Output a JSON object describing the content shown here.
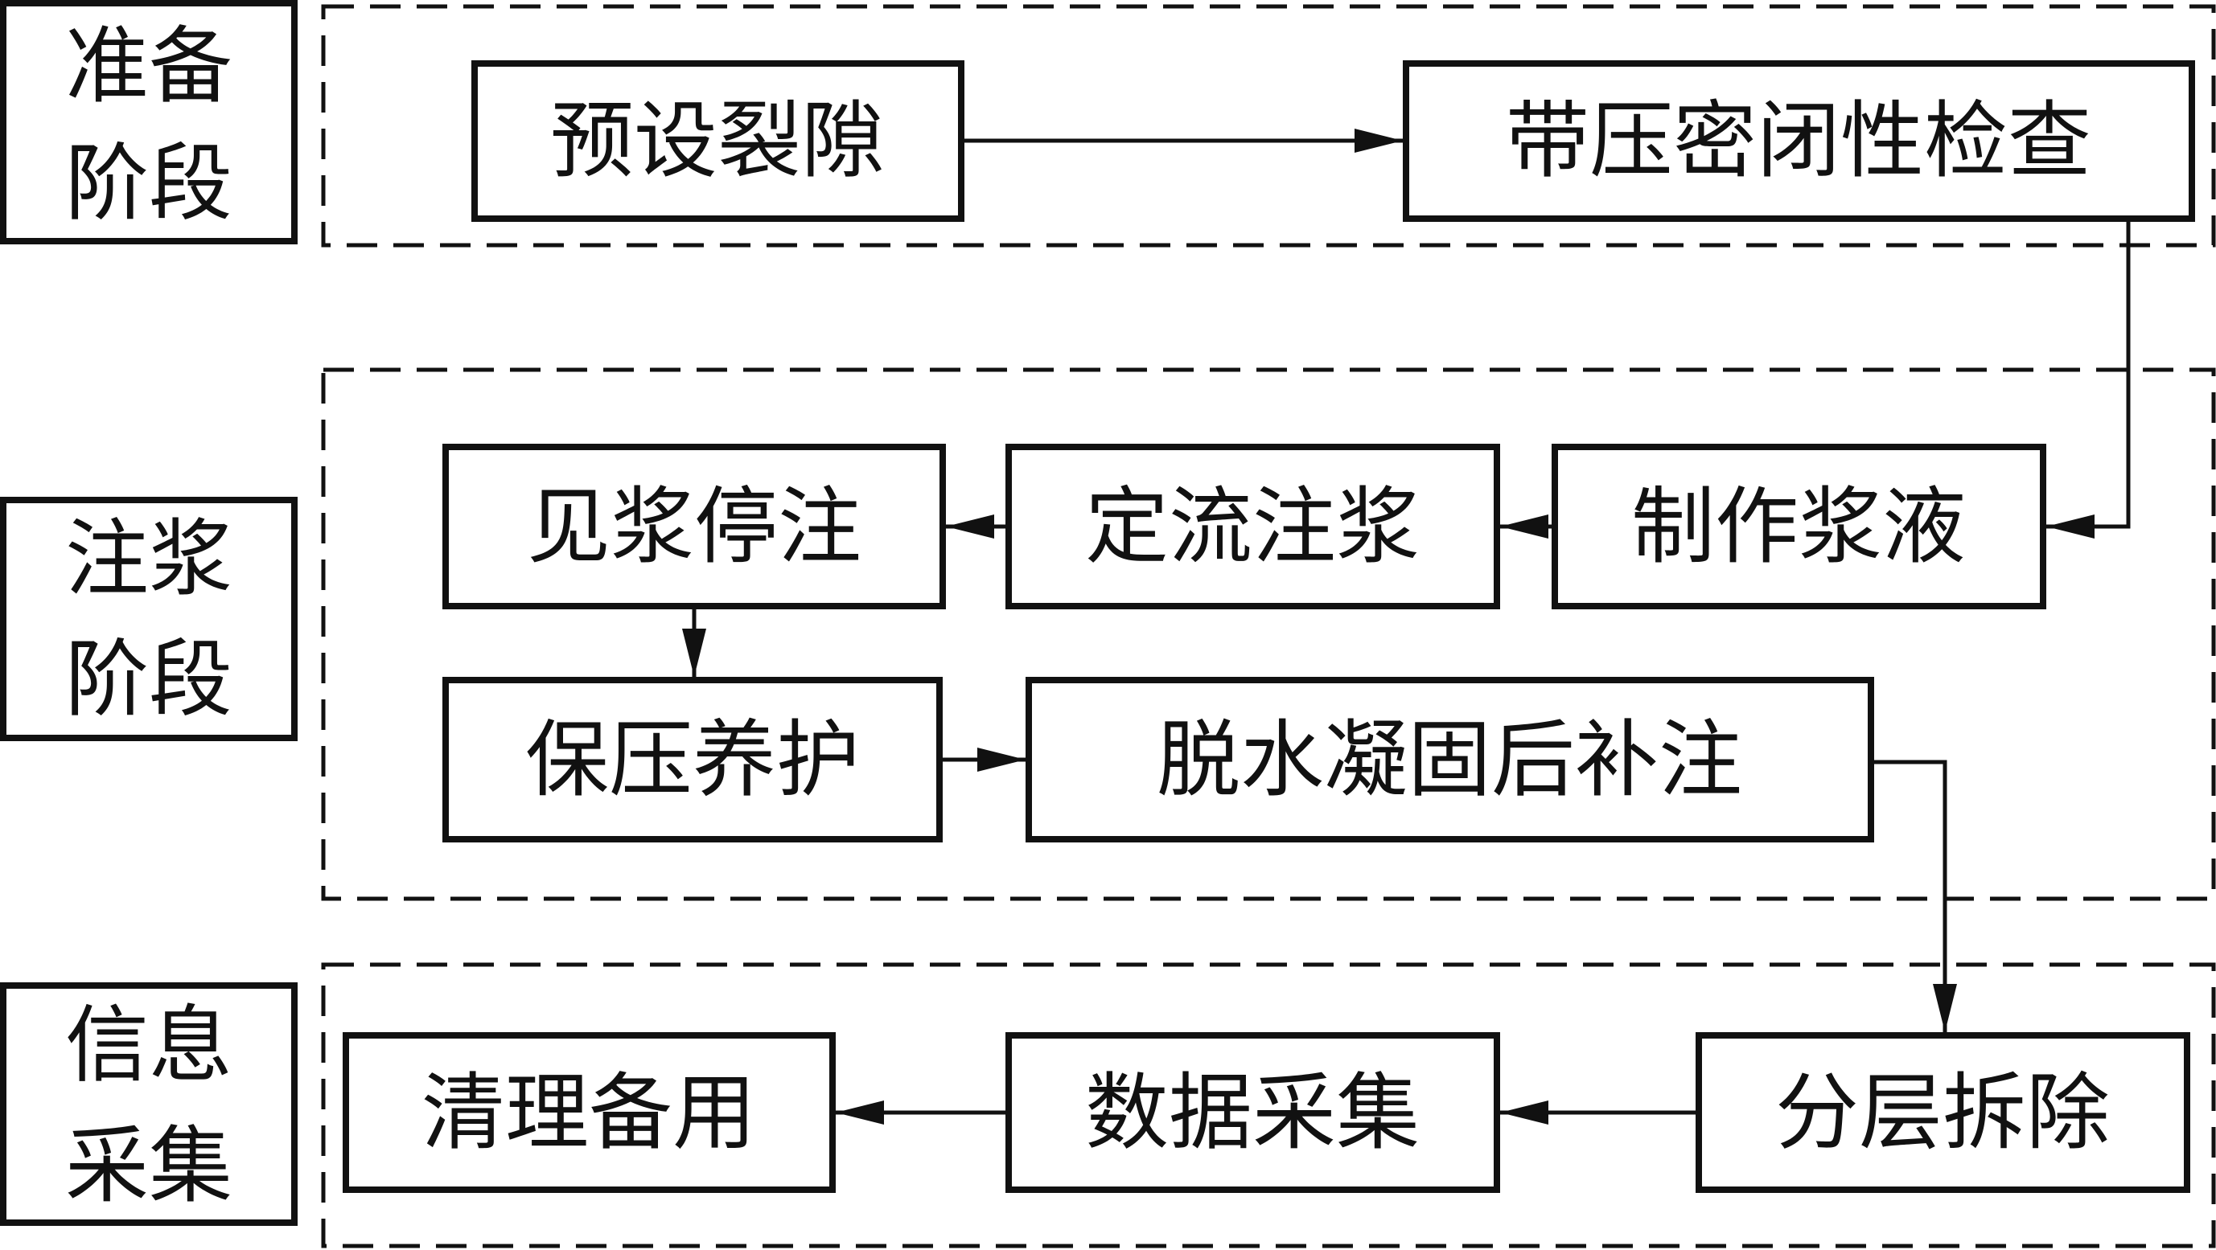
{
  "stages": {
    "prep": [
      "准备",
      "阶段"
    ],
    "grout": [
      "注浆",
      "阶段"
    ],
    "info": [
      "信息",
      "采集"
    ]
  },
  "steps": {
    "preset_crack": "预设裂隙",
    "pressure_check": "带压密闭性检查",
    "make_slurry": "制作浆液",
    "constant_flow": "定流注浆",
    "stop_on_slurry": "见浆停注",
    "hold_pressure": "保压养护",
    "supplement_grout": "脱水凝固后补注",
    "layer_removal": "分层拆除",
    "data_collection": "数据采集",
    "cleanup": "清理备用"
  },
  "colors": {
    "stroke": "#111111",
    "background": "#ffffff"
  }
}
